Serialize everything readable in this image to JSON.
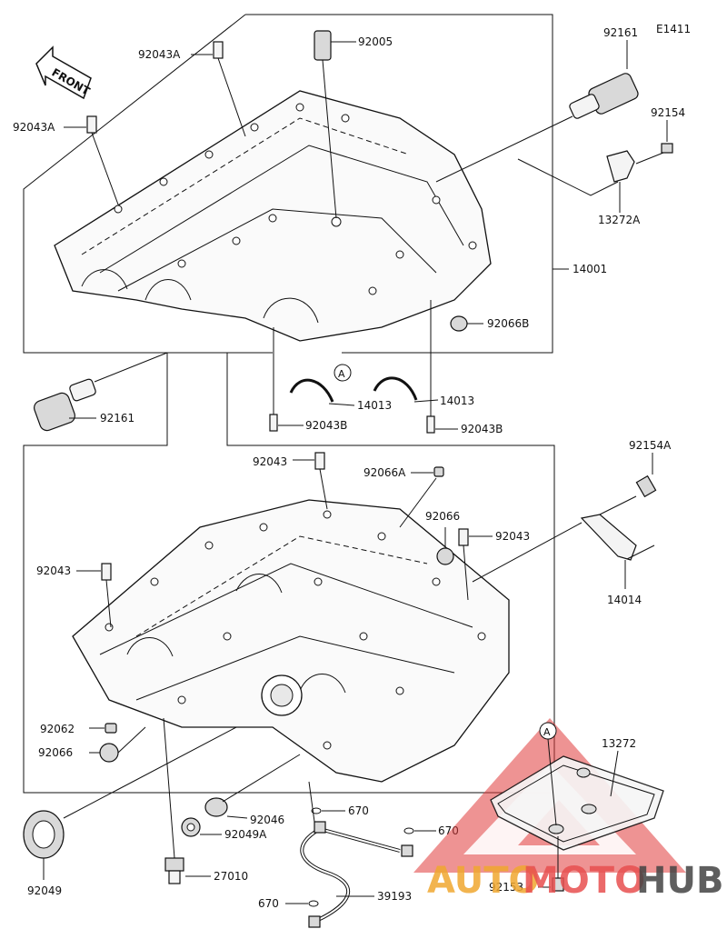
{
  "diagram_id": "E1411",
  "front_label": "FRONT",
  "callout_marker": "A",
  "parts": {
    "p92161_top": "92161",
    "p92154": "92154",
    "p13272A": "13272A",
    "p14001": "14001",
    "p92066B": "92066B",
    "p14013_left": "14013",
    "p14013_right": "14013",
    "p92043B_left": "92043B",
    "p92043B_right": "92043B",
    "p92161_left": "92161",
    "p92043A_top": "92043A",
    "p92043A_left": "92043A",
    "p92005": "92005",
    "p92043_top": "92043",
    "p92066A": "92066A",
    "p92066": "92066",
    "p92043_right": "92043",
    "p92043_left": "92043",
    "p92154A": "92154A",
    "p14014": "14014",
    "p92062": "92062",
    "p92066_left": "92066",
    "p92046": "92046",
    "p92049A": "92049A",
    "p92049": "92049",
    "p27010": "27010",
    "p670_a": "670",
    "p670_b": "670",
    "p670_c": "670",
    "p39193": "39193",
    "p13272": "13272",
    "p92153": "92153"
  },
  "watermark": {
    "part1": "AUTO",
    "part2": "MOTO",
    "part3": "HUB",
    "color1": "#f0a830",
    "color2": "#e85050",
    "color3": "#444444",
    "triangle_color": "#e03a3a"
  }
}
